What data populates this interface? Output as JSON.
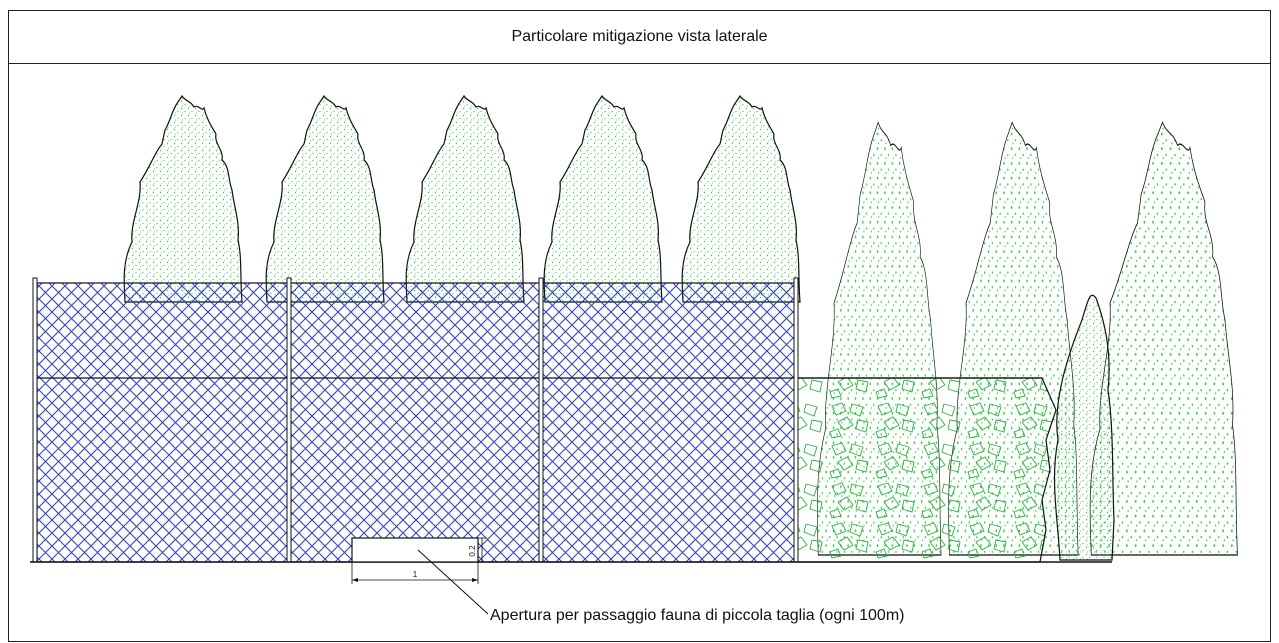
{
  "title": "Particolare mitigazione vista laterale",
  "annotations": {
    "opening_label": "Apertura per passaggio fauna di piccola taglia (ogni 100m)",
    "width_dim": "1",
    "height_dim": "0.2"
  },
  "colors": {
    "foliage": "#2ecc40",
    "mesh": "#1f2fb3",
    "line": "#111111"
  },
  "components": [
    "tree-row",
    "fence-panel",
    "hedge",
    "animal-opening"
  ]
}
